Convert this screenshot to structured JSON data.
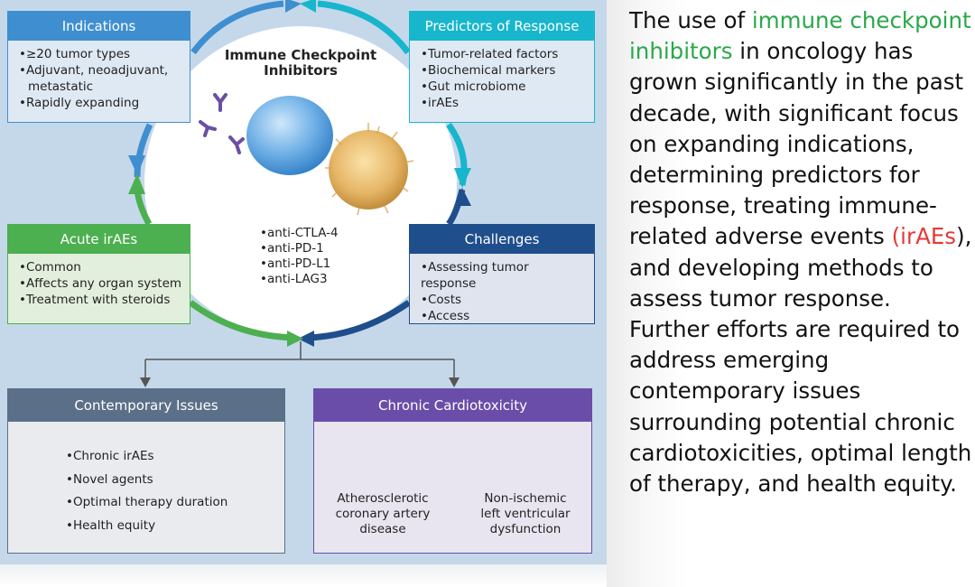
{
  "diagram": {
    "center": {
      "title": "Immune Checkpoint Inhibitors",
      "drugs": [
        "anti-CTLA-4",
        "anti-PD-1",
        "anti-PD-L1",
        "anti-LAG3"
      ]
    },
    "indications": {
      "header": "Indications",
      "items": [
        "≥20 tumor types",
        "Adjuvant, neoadjuvant,",
        "metastatic",
        "Rapidly expanding"
      ]
    },
    "predictors": {
      "header": "Predictors of Response",
      "items": [
        "Tumor-related factors",
        "Biochemical markers",
        "Gut microbiome",
        "irAEs"
      ]
    },
    "acute": {
      "header": "Acute irAEs",
      "items": [
        "Common",
        "Affects any organ system",
        "Treatment with steroids"
      ]
    },
    "challenges": {
      "header": "Challenges",
      "items": [
        "Assessing tumor response",
        "Costs",
        "Access"
      ]
    },
    "contemporary": {
      "header": "Contemporary Issues",
      "items": [
        "Chronic irAEs",
        "Novel agents",
        "Optimal therapy duration",
        "Health equity"
      ]
    },
    "chronic": {
      "header": "Chronic Cardiotoxicity",
      "left_caption": [
        "Atherosclerotic",
        "coronary artery",
        "disease"
      ],
      "right_caption": [
        "Non-ischemic",
        "left ventricular",
        "dysfunction"
      ]
    },
    "colors": {
      "indications": "#3f8fd0",
      "predictors": "#17b6cc",
      "acute": "#4caf50",
      "challenges": "#1f4e8c",
      "contemporary": "#5b7088",
      "chronic": "#6a4da8",
      "background": "#c5d8ea"
    }
  },
  "paragraph": {
    "part1": "The use of ",
    "highlight1": "immune checkpoint inhibitors",
    "part2": " in oncology has grown significantly in the past decade, with significant focus on expanding indications, determining predictors for response, treating immune-related adverse events ",
    "highlight2": "(irAEs",
    "part3": "), and developing methods to assess tumor response. Further efforts are required to address emerging contemporary issues surrounding potential chronic cardiotoxicities, optimal length of therapy, and health equity.",
    "colors": {
      "highlight1": "#2aa84a",
      "highlight2": "#e53935"
    }
  }
}
